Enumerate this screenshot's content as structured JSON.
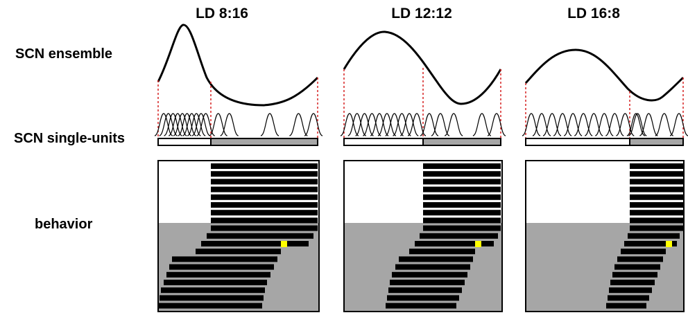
{
  "row_labels": {
    "ensemble": "SCN ensemble",
    "single_units": "SCN single-units",
    "behavior": "behavior"
  },
  "panels": [
    {
      "title": "LD 8:16",
      "light_hours": 8,
      "dark_hours": 16
    },
    {
      "title": "LD 12:12",
      "light_hours": 12,
      "dark_hours": 12
    },
    {
      "title": "LD 16:8",
      "light_hours": 16,
      "dark_hours": 8
    }
  ],
  "colors": {
    "curve": "#000000",
    "marker_line": "#d62020",
    "dark_phase": "#a6a6a6",
    "light_phase": "#ffffff",
    "activity_bar": "#000000",
    "onset_marker": "#ffff00"
  }
}
